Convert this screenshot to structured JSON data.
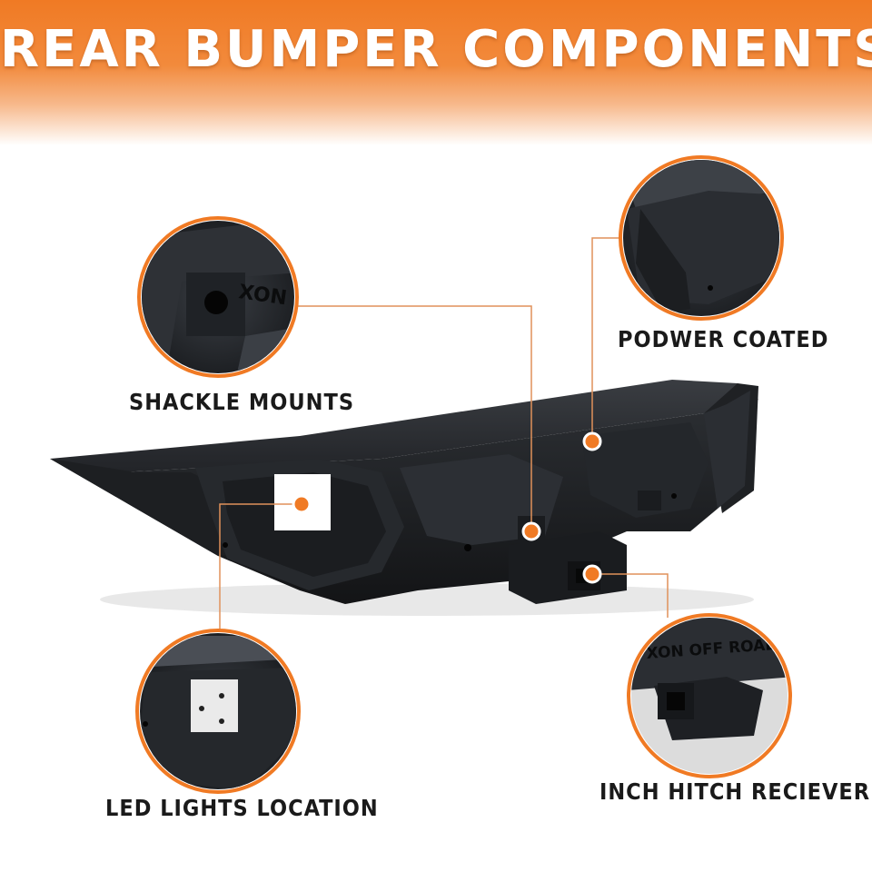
{
  "header": {
    "title": "REAR BUMPER COMPONENTS",
    "background_color": "#f07a24"
  },
  "callouts": [
    {
      "label": "SHACKLE MOUNTS"
    },
    {
      "label": "PODWER COATED"
    },
    {
      "label": "LED LIGHTS LOCATION"
    },
    {
      "label": "INCH HITCH RECIEVER"
    }
  ],
  "brand_marks": [
    "XON",
    "XON OFF ROAD"
  ],
  "colors": {
    "accent": "#f07a24",
    "leader_line": "#e0915a",
    "bumper": "#25282c"
  }
}
